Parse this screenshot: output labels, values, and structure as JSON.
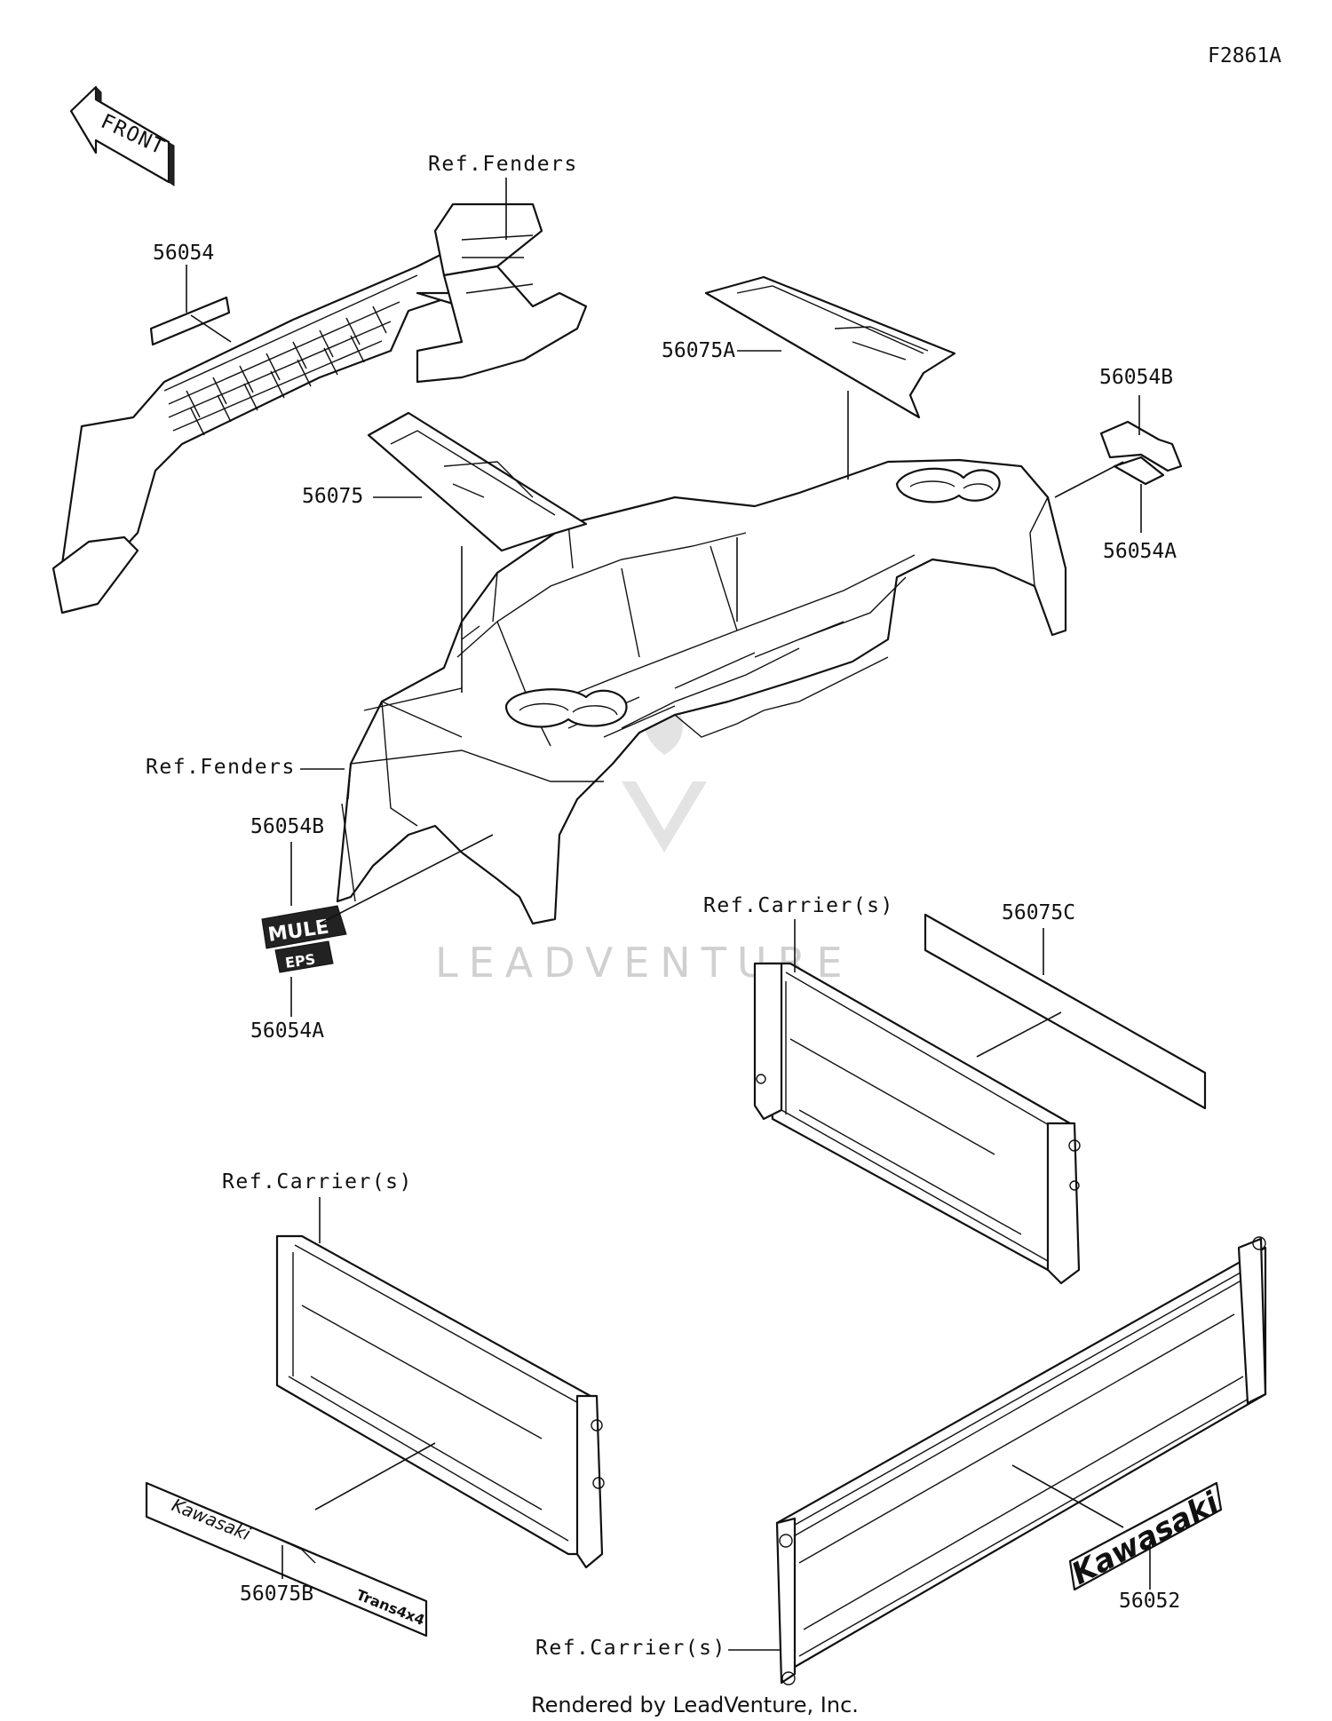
{
  "diagram_id": "F2861A",
  "front_label": "FRONT",
  "watermark": "LEADVENTURE",
  "footer": "Rendered by LeadVenture, Inc.",
  "callouts": {
    "ref_fenders_top": "Ref.Fenders",
    "ref_fenders_left": "Ref.Fenders",
    "ref_carriers_mid": "Ref.Carrier(s)",
    "ref_carriers_left": "Ref.Carrier(s)",
    "ref_carriers_bottom": "Ref.Carrier(s)",
    "p56054": "56054",
    "p56075A": "56075A",
    "p56054B_right": "56054B",
    "p56054A_right": "56054A",
    "p56075": "56075",
    "p56054B_left": "56054B",
    "p56054A_left": "56054A",
    "p56075C": "56075C",
    "p56075B": "56075B",
    "p56052": "56052"
  },
  "decal_text": {
    "mule": "MULE",
    "eps": "EPS",
    "kawasaki": "Kawasaki",
    "trans": "Trans4x4"
  },
  "colors": {
    "line": "#111111",
    "background": "#ffffff",
    "watermark": "#d0d0d0"
  }
}
